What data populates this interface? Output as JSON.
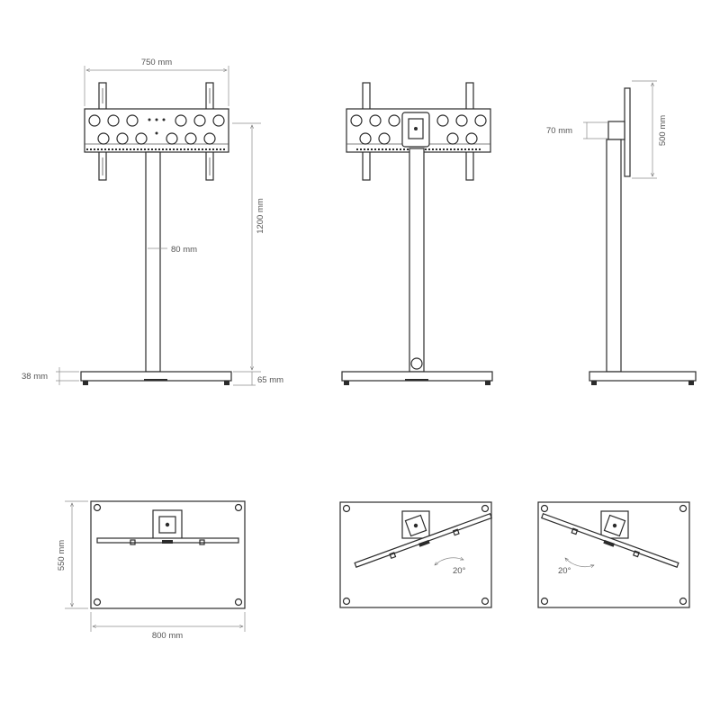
{
  "dimensions": {
    "width_top": "750 mm",
    "height": "1200 mm",
    "pole": "80 mm",
    "base_thickness": "38 mm",
    "base_height": "65 mm",
    "wall_offset": "70 mm",
    "bracket_height": "500 mm",
    "base_depth": "550 mm",
    "base_width": "800 mm"
  },
  "rotation": {
    "left_angle": "20°",
    "right_angle": "20°"
  }
}
